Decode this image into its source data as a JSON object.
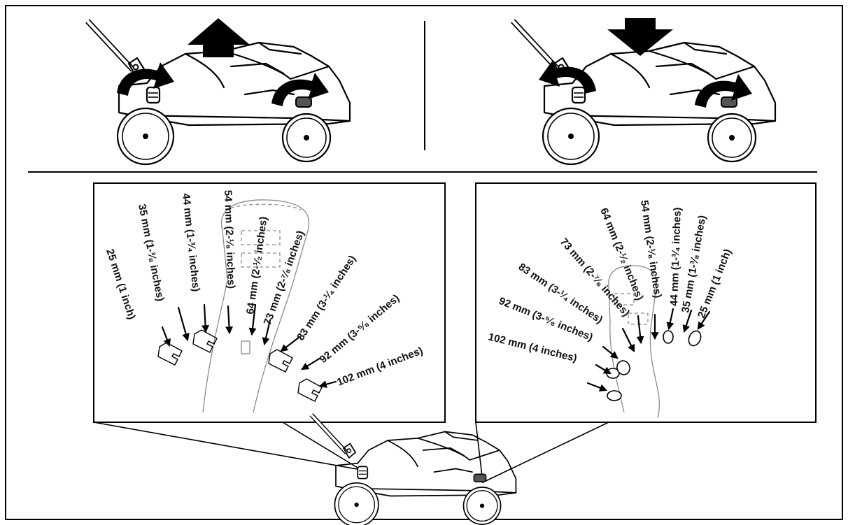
{
  "left_panel": {
    "labels": [
      "25 mm (1 inch)",
      "35 mm (1-³⁄₈ inches)",
      "44 mm (1-³⁄₄ inches)",
      "54 mm (2-¹⁄₈ inches)",
      "64 mm (2-¹⁄₂ inches)",
      "73 mm (2-⁷⁄₈ inches)",
      "83 mm (3-¹⁄₄ inches)",
      "92 mm (3-⁵⁄₈ inches)",
      "102 mm (4 inches)"
    ]
  },
  "right_panel": {
    "labels": [
      "102 mm (4 inches)",
      "92 mm (3-⁵⁄₈ inches)",
      "83 mm (3-¹⁄₄ inches)",
      "73 mm (2-⁷⁄₈ inches)",
      "64 mm (2-¹⁄₂ inches)",
      "54 mm (2-¹⁄₈ inches)",
      "44 mm (1-³⁄₄ inches)",
      "35 mm (1-³⁄₈ inches)",
      "25 mm (1 inch)"
    ]
  },
  "arrows": {
    "left": "up",
    "right": "down"
  }
}
